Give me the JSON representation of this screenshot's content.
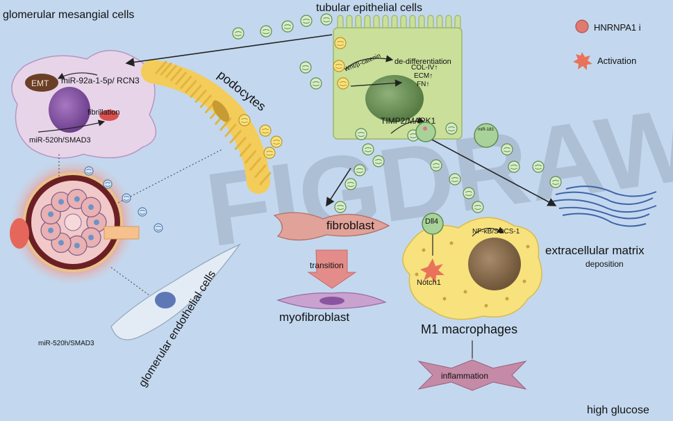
{
  "labels": {
    "glomerular_mesangial_cells": "glomerular mesangial cells",
    "tubular_epithelial_cells": "tubular epithelial cells",
    "podocytes": "podocytes",
    "glomerular_endothelial_cells": "glomerular endothelial cells",
    "fibroblast": "fibroblast",
    "transition": "transition",
    "myofibroblast": "myofibroblast",
    "m1_macrophages": "M1 macrophages",
    "extracellular_matrix": "extracellular matrix",
    "deposition": "deposition",
    "inflammation": "inflammation",
    "high_glucose": "high glucose",
    "emt": "EMT",
    "mir92": "miR-92a-1-5p/ RCN3",
    "fibrillation": "fibrillation",
    "mir520_mesangial": "miR-520h/SMAD3",
    "mir520_endothelial": "miR-520h/SMAD3",
    "wnt": "Wnt/β-catenin",
    "dedifferentiation": "de-differentiation",
    "col_iv": "COL-IV↑",
    "ecm": "ECM↑",
    "fn": "FN↑",
    "timp2": "TIMP2/MAPK1",
    "mir183": "miR-183",
    "dll4": "Dll4",
    "notch1": "Notch1",
    "nfkb": "NF-κB/SOCS-1"
  },
  "legend": {
    "hnrnpa1": "HNRNPA1 i",
    "activation": "Activation"
  },
  "watermark": "FIGDRAW",
  "colors": {
    "background": "#c3d8ef",
    "tubular": "#c9df9a",
    "mesangial": "#e7d4e9",
    "podocyte": "#f3cc5a",
    "fibroblast": "#e0a299",
    "myofibroblast": "#c9a2cf",
    "macrophage": "#f7e27e",
    "inflammation": "#c48aa6",
    "activation": "#e8735a",
    "hnrnpa1": "#e07a70",
    "vesicle": "#a8d29a"
  }
}
